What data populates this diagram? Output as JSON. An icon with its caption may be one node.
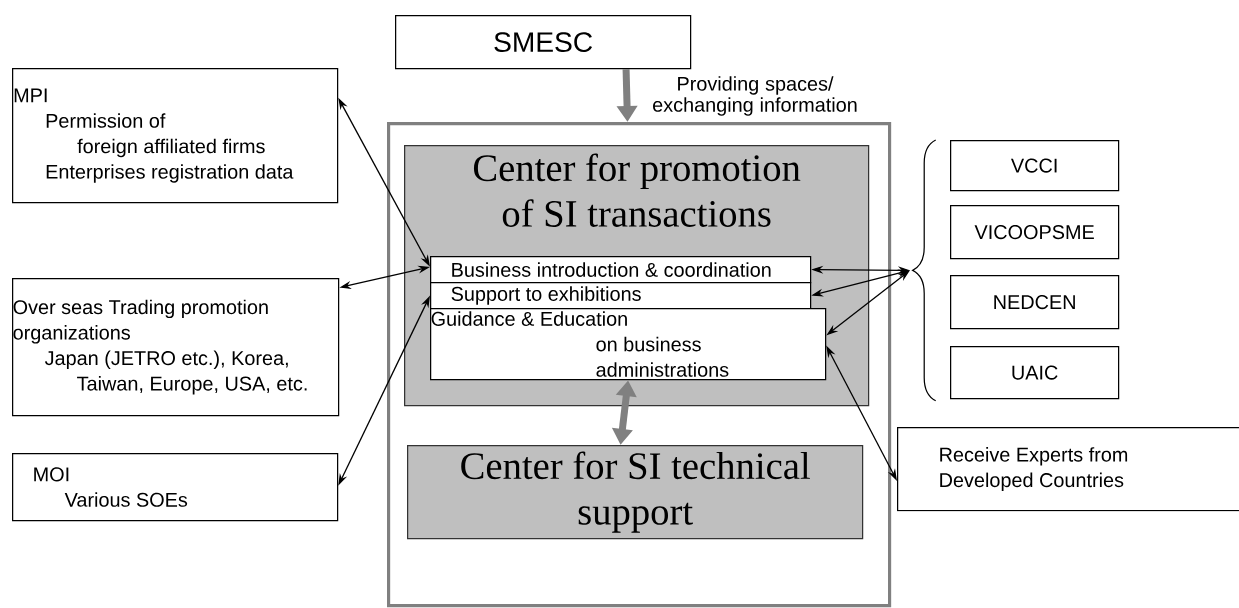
{
  "diagram": {
    "nodes": [
      {
        "text": [
          "SMESC"
        ]
      },
      {
        "text": [
          "MPI",
          "Permission of foreign affiliated firms",
          "Enterprises registration data"
        ]
      },
      {
        "text": [],
        "shape": "box"
      },
      {
        "text": [
          "Center for promotion of SI transactions"
        ],
        "in": 2
      },
      {
        "text": [
          "Business introduction & coordination"
        ],
        "in": 3
      },
      {
        "text": [
          "Support to exhibitions"
        ],
        "in": 3
      },
      {
        "text": [
          "Guidance & Education on business administrations"
        ],
        "in": 3
      },
      {
        "text": [
          "Center for SI technical support"
        ],
        "in": 2
      },
      {
        "text": [
          "Over seas Trading promotion organizations",
          "Japan (JETRO etc.), Korea, Taiwan, Europe, USA, etc."
        ]
      },
      {
        "text": [
          "MOI",
          "Various SOEs"
        ]
      },
      {
        "text": [
          "VCCI"
        ]
      },
      {
        "text": [
          "VICOOPSME"
        ]
      },
      {
        "text": [
          "NEDCEN"
        ]
      },
      {
        "text": [
          "UAIC"
        ]
      },
      {
        "text": [
          "Receive Experts from Developed Countries"
        ]
      },
      {
        "text": [],
        "shape": "brace"
      }
    ],
    "edges": [
      {
        "from": 0,
        "to": 2,
        "arrow": "to",
        "style": "thick",
        "color": "#808080",
        "label": "Providing spaces/ exchanging information"
      },
      {
        "from": 1,
        "to": 4,
        "arrow": "both"
      },
      {
        "from": 8,
        "to": 4,
        "arrow": "both"
      },
      {
        "from": 9,
        "to": 5,
        "arrow": "both"
      },
      {
        "from": 4,
        "to": 15,
        "arrow": "both"
      },
      {
        "from": 5,
        "to": 15,
        "arrow": "both"
      },
      {
        "from": 6,
        "to": 15,
        "arrow": "both"
      },
      {
        "from": 6,
        "to": 14,
        "arrow": "both"
      },
      {
        "from": 6,
        "to": 7,
        "arrow": "both",
        "style": "thick",
        "color": "#808080"
      }
    ]
  }
}
